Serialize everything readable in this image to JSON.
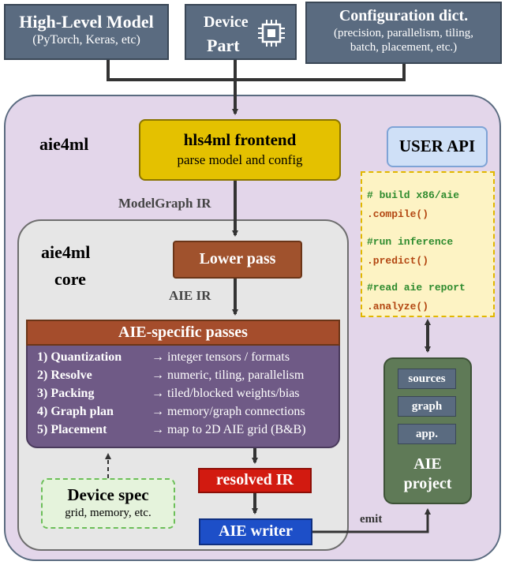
{
  "inputs": {
    "high_level_model": {
      "title": "High-Level Model",
      "subtitle": "(PyTorch, Keras, etc)"
    },
    "device_part": {
      "line1": "Device",
      "line2": "Part",
      "icon": "chip-icon"
    },
    "config_dict": {
      "title": "Configuration dict.",
      "line1": "(precision, parallelism, tiling,",
      "line2": "batch, placement, etc.)"
    }
  },
  "aie4ml": {
    "title": "aie4ml",
    "frontend": {
      "title": "hls4ml frontend",
      "subtitle": "parse model and config"
    },
    "modelgraph_label": "ModelGraph IR",
    "core": {
      "title_line1": "aie4ml",
      "title_line2": "core",
      "lower_pass": "Lower pass",
      "aie_ir_label": "AIE IR",
      "passes": {
        "title": "AIE-specific passes",
        "items": [
          {
            "name": "1) Quantization",
            "desc": "→ integer tensors / formats"
          },
          {
            "name": "2) Resolve",
            "desc": "→ numeric, tiling, parallelism"
          },
          {
            "name": "3) Packing",
            "desc": "→ tiled/blocked weights/bias"
          },
          {
            "name": "4) Graph plan",
            "desc": "→ memory/graph connections"
          },
          {
            "name": "5) Placement",
            "desc": "→ map to 2D AIE grid (B&B)"
          }
        ]
      },
      "device_spec": {
        "title": "Device spec",
        "subtitle": "grid, memory, etc."
      },
      "resolved_ir": "resolved IR",
      "aie_writer": "AIE writer"
    },
    "user_api": {
      "title": "USER API",
      "code": [
        {
          "comment": "# build x86/aie",
          "call": ".compile()"
        },
        {
          "comment": "#run inference",
          "call": ".predict()"
        },
        {
          "comment": "#read aie report",
          "call": ".analyze()"
        }
      ]
    },
    "aie_project": {
      "items": [
        "sources",
        "graph",
        "app."
      ],
      "title_line1": "AIE",
      "title_line2": "project"
    },
    "emit_label": "emit"
  },
  "colors": {
    "input_box": "#5a6b80",
    "outer_region": "#e3d6ea",
    "core_region": "#e6e6e6",
    "frontend": "#e4c100",
    "lower_pass": "#a0522d",
    "passes_body": "#6f5a86",
    "passes_header": "#a54d2c",
    "device_spec": "#e5f3dc",
    "resolved_ir": "#d21a10",
    "aie_writer": "#1d4fc8",
    "user_api": "#cfe0f7",
    "code_note": "#fdf3c4",
    "aie_project": "#5f7a57"
  }
}
